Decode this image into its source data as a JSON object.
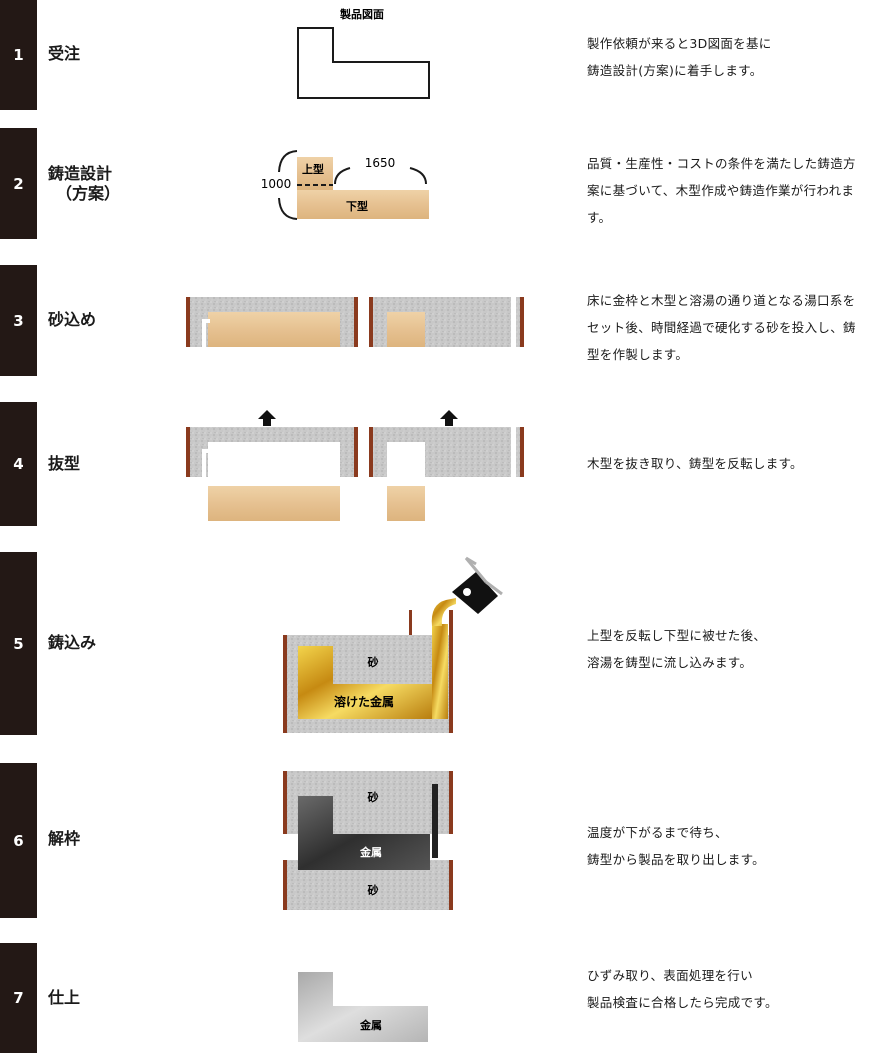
{
  "steps": [
    {
      "num": "1",
      "title": "受注",
      "title_sub": "",
      "desc": [
        "製作依頼が来ると3D図面を基に",
        "鋳造設計(方案)に着手します。"
      ]
    },
    {
      "num": "2",
      "title": "鋳造設計",
      "title_sub": "（方案）",
      "desc": [
        "品質・生産性・コストの条件を満たした鋳造方",
        "案に基づいて、木型作成や鋳造作業が行われま",
        "す。"
      ]
    },
    {
      "num": "3",
      "title": "砂込め",
      "title_sub": "",
      "desc": [
        "床に金枠と木型と溶湯の通り道となる湯口系を",
        "セット後、時間経過で硬化する砂を投入し、鋳",
        "型を作製します。"
      ]
    },
    {
      "num": "4",
      "title": "抜型",
      "title_sub": "",
      "desc": [
        "木型を抜き取り、鋳型を反転します。"
      ]
    },
    {
      "num": "5",
      "title": "鋳込み",
      "title_sub": "",
      "desc": [
        "上型を反転し下型に被せた後、",
        "溶湯を鋳型に流し込みます。"
      ]
    },
    {
      "num": "6",
      "title": "解枠",
      "title_sub": "",
      "desc": [
        "温度が下がるまで待ち、",
        "鋳型から製品を取り出します。"
      ]
    },
    {
      "num": "7",
      "title": "仕上",
      "title_sub": "",
      "desc": [
        "ひずみ取り、表面処理を行い",
        "製品検査に合格したら完成です。"
      ]
    }
  ],
  "labels": {
    "drawing": "製品図面",
    "upper_mold": "上型",
    "lower_mold": "下型",
    "dim_height": "1000",
    "dim_width": "1650",
    "sand": "砂",
    "molten_metal": "溶けた金属",
    "metal": "金属"
  },
  "colors": {
    "dark_bar": "#231815",
    "wood": "#e9c796",
    "sand": "#c9c9c9",
    "flask": "#8a3a1e",
    "gold": "#e0b12a",
    "metal_dark": "#4a4a4a",
    "metal_light": "#b8b8b8"
  }
}
